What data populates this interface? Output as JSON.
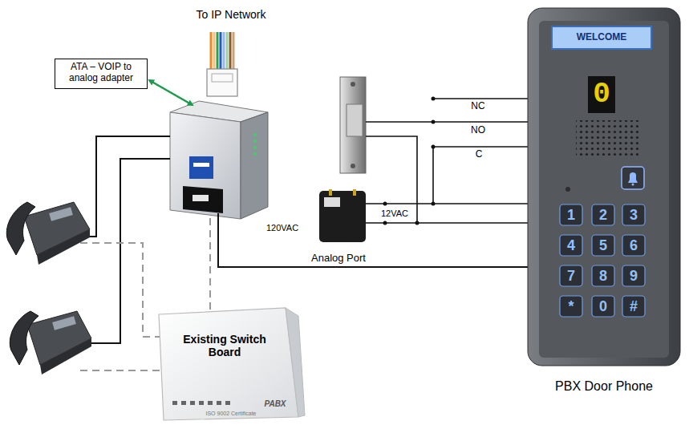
{
  "diagram": {
    "nodes": [
      {
        "text": [
          "ATA – VOIP to analog adapter"
        ]
      },
      {
        "text": [
          "Existing Switch Board",
          "PABX"
        ]
      },
      {
        "text": [
          "WELCOME",
          "PBX Door Phone"
        ]
      }
    ],
    "labels": [
      "To IP Network",
      "120VAC",
      "NC",
      "NO",
      "C",
      "12VAC",
      "Analog Port",
      "0",
      "1",
      "2",
      "3",
      "4",
      "5",
      "6",
      "7",
      "8",
      "9",
      "*",
      "0",
      "#",
      "ISO 9002 Certificate"
    ]
  }
}
